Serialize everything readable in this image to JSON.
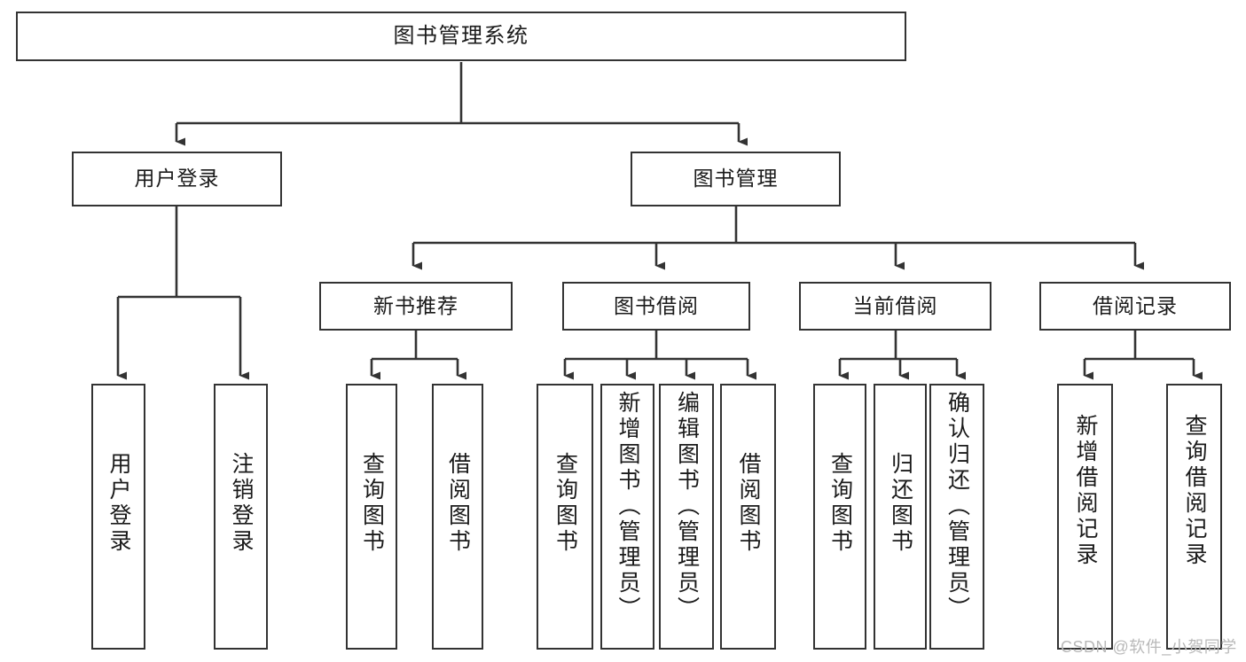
{
  "diagram": {
    "title": "图书管理系统",
    "type": "hierarchy-tree",
    "colors": {
      "box_border": "#333333",
      "box_fill": "#ffffff",
      "connector": "#333333",
      "text": "#1a1a1a",
      "watermark": "#b9b9b9",
      "background": "#ffffff"
    },
    "root": {
      "label": "图书管理系统"
    },
    "level2": [
      {
        "label": "用户登录"
      },
      {
        "label": "图书管理"
      }
    ],
    "level3": [
      {
        "label": "新书推荐"
      },
      {
        "label": "图书借阅"
      },
      {
        "label": "当前借阅"
      },
      {
        "label": "借阅记录"
      }
    ],
    "leaves": {
      "user_login": [
        {
          "label": "用户登录"
        },
        {
          "label": "注销登录"
        }
      ],
      "new_book_recommend": [
        {
          "label": "查询图书"
        },
        {
          "label": "借阅图书"
        }
      ],
      "book_borrow": [
        {
          "label": "查询图书"
        },
        {
          "label": "新增图书（管理员）"
        },
        {
          "label": "编辑图书（管理员）"
        },
        {
          "label": "借阅图书"
        }
      ],
      "current_borrow": [
        {
          "label": "查询图书"
        },
        {
          "label": "归还图书"
        },
        {
          "label": "确认归还（管理员）"
        }
      ],
      "borrow_record": [
        {
          "label": "新增借阅记录"
        },
        {
          "label": "查询借阅记录"
        }
      ]
    }
  },
  "watermark": {
    "text": "CSDN @软件_小贺同学"
  }
}
